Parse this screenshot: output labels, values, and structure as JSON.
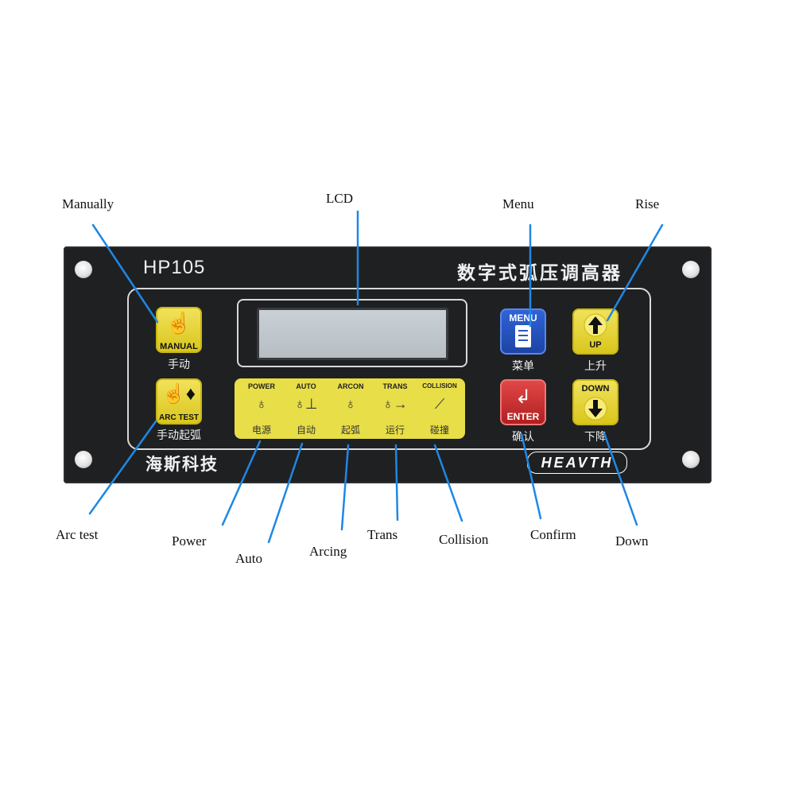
{
  "panel": {
    "model": "HP105",
    "title_cn": "数字式弧压调高器",
    "brand_cn": "海斯科技",
    "brand_en": "HEAVTH"
  },
  "keys": {
    "manual": {
      "label": "MANUAL",
      "cn": "手动",
      "icon": "hand-icon"
    },
    "arc_test": {
      "label": "ARC TEST",
      "cn": "手动起弧",
      "icon": "hand-torch-icon"
    },
    "menu": {
      "label": "MENU",
      "cn": "菜单",
      "icon": "document-icon"
    },
    "enter": {
      "label": "ENTER",
      "cn": "确认",
      "icon": "return-arrow-icon"
    },
    "up": {
      "label": "UP",
      "cn": "上升",
      "icon": "arrow-up-icon"
    },
    "down": {
      "label": "DOWN",
      "cn": "下降",
      "icon": "arrow-down-icon"
    }
  },
  "indicators": [
    {
      "label": "POWER",
      "cn": "电源",
      "icon": "power-torch-icon"
    },
    {
      "label": "AUTO",
      "cn": "自动",
      "icon": "auto-torch-icon"
    },
    {
      "label": "ARCON",
      "cn": "起弧",
      "icon": "arc-torch-icon"
    },
    {
      "label": "TRANS",
      "cn": "运行",
      "icon": "trans-torch-icon"
    },
    {
      "label": "COLLISION",
      "cn": "碰撞",
      "icon": "collision-torch-icon"
    }
  ],
  "callouts": {
    "manually": "Manually",
    "lcd": "LCD",
    "menu": "Menu",
    "rise": "Rise",
    "arc_test": "Arc test",
    "power": "Power",
    "auto": "Auto",
    "arcing": "Arcing",
    "trans": "Trans",
    "collision": "Collision",
    "confirm": "Confirm",
    "down": "Down"
  },
  "colors": {
    "callout_line": "#1e88e5",
    "panel": "#1f2022",
    "key_yellow": "#e6d43a",
    "key_blue": "#2a58c4",
    "key_red": "#c62828"
  }
}
